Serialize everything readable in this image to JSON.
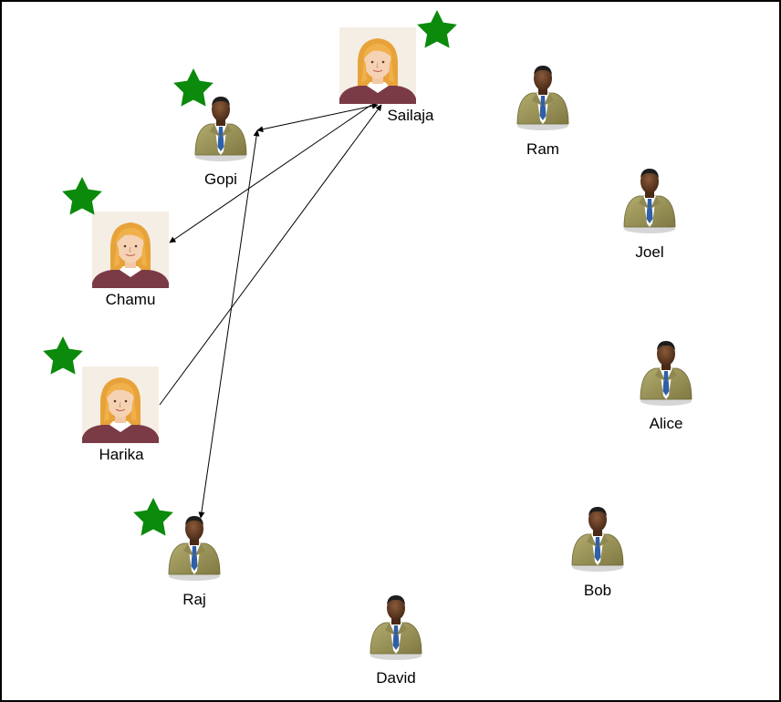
{
  "diagram": {
    "people": [
      {
        "id": "sailaja",
        "label": "Sailaja",
        "avatar": "female-avatar-icon",
        "starred": true
      },
      {
        "id": "gopi",
        "label": "Gopi",
        "avatar": "businessman-icon",
        "starred": true
      },
      {
        "id": "ram",
        "label": "Ram",
        "avatar": "businessman-icon",
        "starred": false
      },
      {
        "id": "chamu",
        "label": "Chamu",
        "avatar": "female-avatar-icon",
        "starred": true
      },
      {
        "id": "joel",
        "label": "Joel",
        "avatar": "businessman-icon",
        "starred": false
      },
      {
        "id": "harika",
        "label": "Harika",
        "avatar": "female-avatar-icon",
        "starred": true
      },
      {
        "id": "alice",
        "label": "Alice",
        "avatar": "businessman-icon",
        "starred": false
      },
      {
        "id": "raj",
        "label": "Raj",
        "avatar": "businessman-icon",
        "starred": true
      },
      {
        "id": "bob",
        "label": "Bob",
        "avatar": "businessman-icon",
        "starred": false
      },
      {
        "id": "david",
        "label": "David",
        "avatar": "businessman-icon",
        "starred": false
      }
    ],
    "edges": [
      {
        "from": "sailaja",
        "to": "chamu"
      },
      {
        "from": "harika",
        "to": "sailaja"
      },
      {
        "from": "gopi",
        "to": "sailaja"
      },
      {
        "from": "gopi",
        "to": "raj"
      }
    ],
    "colors": {
      "star": "#0b8a0b",
      "edge": "#000000",
      "suit": "#9a9358",
      "skin_dark": "#5a3520",
      "hair_blonde": "#f0b04a",
      "sweater": "#7a3b46"
    }
  }
}
